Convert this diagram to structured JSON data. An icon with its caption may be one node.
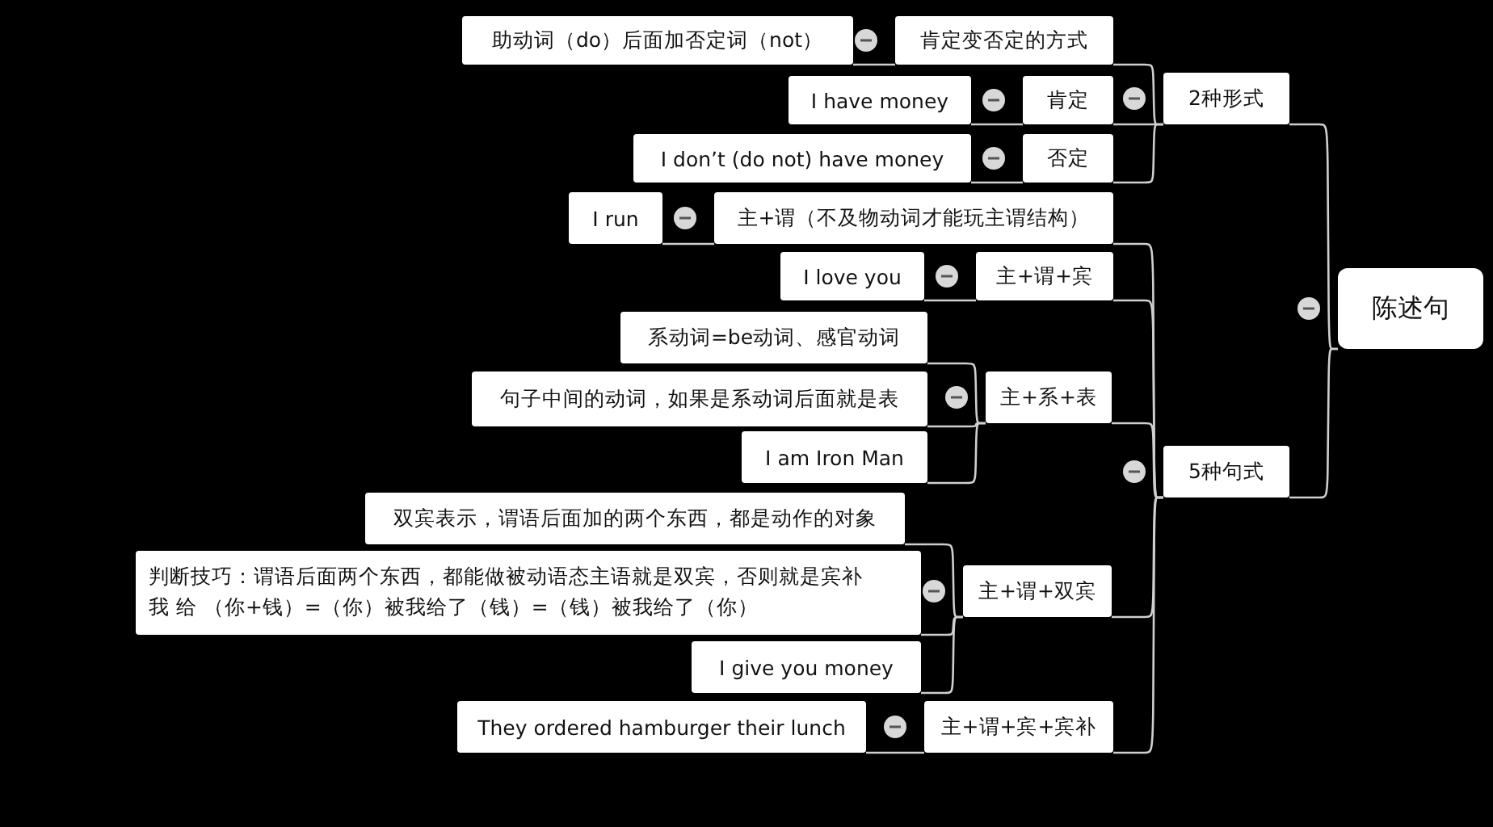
{
  "diagram": {
    "nodes": [
      {
        "text": [
          "助动词（do）后面加否定词（not）"
        ]
      },
      {
        "text": [
          "肯定变否定的方式"
        ]
      },
      {
        "text": [
          "I have money"
        ]
      },
      {
        "text": [
          "肯定"
        ]
      },
      {
        "text": [
          "I don’t (do not) have money"
        ]
      },
      {
        "text": [
          "否定"
        ]
      },
      {
        "text": [
          "2种形式"
        ]
      },
      {
        "text": [
          "I run"
        ]
      },
      {
        "text": [
          "主+谓（不及物动词才能玩主谓结构）"
        ]
      },
      {
        "text": [
          "I love you"
        ]
      },
      {
        "text": [
          "主+谓+宾"
        ]
      },
      {
        "text": [
          "系动词=be动词、感官动词"
        ]
      },
      {
        "text": [
          "句子中间的动词，如果是系动词后面就是表"
        ]
      },
      {
        "text": [
          "主+系+表"
        ]
      },
      {
        "text": [
          "I am Iron Man"
        ]
      },
      {
        "text": [
          "5种句式"
        ]
      },
      {
        "text": [
          "双宾表示，谓语后面加的两个东西，都是动作的对象"
        ]
      },
      {
        "text": [
          "判断技巧：谓语后面两个东西，都能做被动语态主语就是双宾，否则就是宾补我 给 （你+钱）=（你）被我给了（钱）=（钱）被我给了（你）"
        ]
      },
      {
        "text": [
          "主+谓+双宾"
        ]
      },
      {
        "text": [
          "I give you money"
        ]
      },
      {
        "text": [
          "They ordered hamburger their lunch"
        ]
      },
      {
        "text": [
          "主+谓+宾+宾补"
        ]
      },
      {
        "text": [
          "陈述句"
        ]
      }
    ],
    "edges": [
      {
        "from": 22,
        "to": 6,
        "arrow": "none"
      },
      {
        "from": 22,
        "to": 15,
        "arrow": "none"
      },
      {
        "from": 6,
        "to": 1,
        "arrow": "none"
      },
      {
        "from": 6,
        "to": 3,
        "arrow": "none"
      },
      {
        "from": 6,
        "to": 5,
        "arrow": "none"
      },
      {
        "from": 1,
        "to": 0,
        "arrow": "none"
      },
      {
        "from": 3,
        "to": 2,
        "arrow": "none"
      },
      {
        "from": 5,
        "to": 4,
        "arrow": "none"
      },
      {
        "from": 15,
        "to": 8,
        "arrow": "none"
      },
      {
        "from": 15,
        "to": 10,
        "arrow": "none"
      },
      {
        "from": 15,
        "to": 13,
        "arrow": "none"
      },
      {
        "from": 15,
        "to": 18,
        "arrow": "none"
      },
      {
        "from": 15,
        "to": 21,
        "arrow": "none"
      },
      {
        "from": 8,
        "to": 7,
        "arrow": "none"
      },
      {
        "from": 10,
        "to": 9,
        "arrow": "none"
      },
      {
        "from": 13,
        "to": 11,
        "arrow": "none"
      },
      {
        "from": 13,
        "to": 12,
        "arrow": "none"
      },
      {
        "from": 13,
        "to": 14,
        "arrow": "none"
      },
      {
        "from": 18,
        "to": 16,
        "arrow": "none"
      },
      {
        "from": 18,
        "to": 17,
        "arrow": "none"
      },
      {
        "from": 18,
        "to": 19,
        "arrow": "none"
      },
      {
        "from": 21,
        "to": 20,
        "arrow": "none"
      }
    ]
  }
}
